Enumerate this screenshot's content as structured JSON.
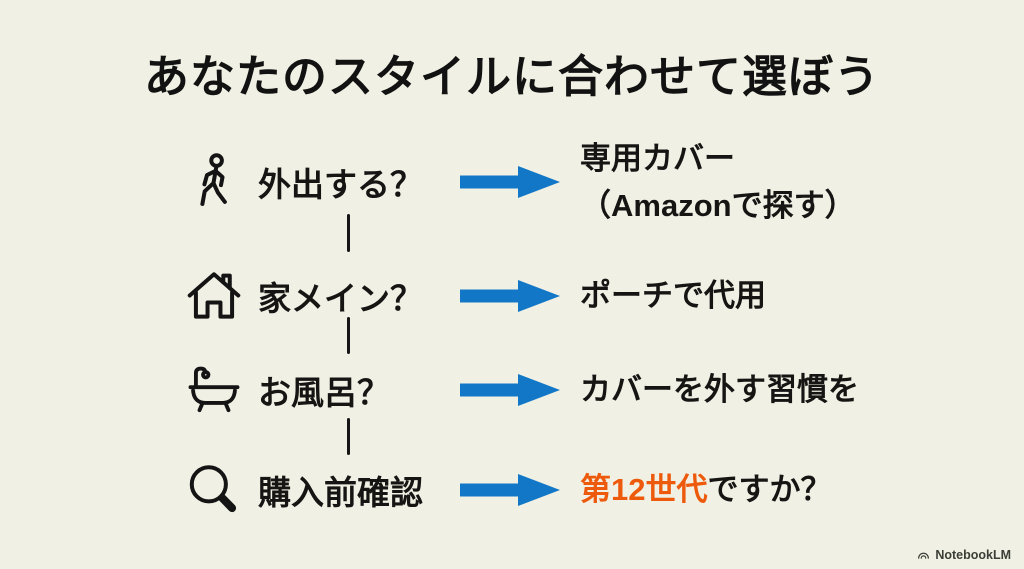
{
  "title": "あなたのスタイルに合わせて選ぼう",
  "colors": {
    "background": "#f0f1e4",
    "text": "#161514",
    "arrow_blue": "#1377c8",
    "highlight_orange": "#ee5a0c",
    "brand_text": "#3b3e37"
  },
  "rows": [
    {
      "icon": "walking-person-icon",
      "label": "外出する？",
      "answer": "専用カバー\n（Amazonで探す）"
    },
    {
      "icon": "house-icon",
      "label": "家メイン？",
      "answer": "ポーチで代用"
    },
    {
      "icon": "bathtub-icon",
      "label": "お風呂？",
      "answer": "カバーを外す習慣を"
    },
    {
      "icon": "magnifier-icon",
      "label": "購入前確認",
      "answer_highlight": "第12世代",
      "answer_rest": "ですか？"
    }
  ],
  "branding": {
    "logo_icon": "notebooklm-logo-icon",
    "name": "NotebookLM"
  }
}
